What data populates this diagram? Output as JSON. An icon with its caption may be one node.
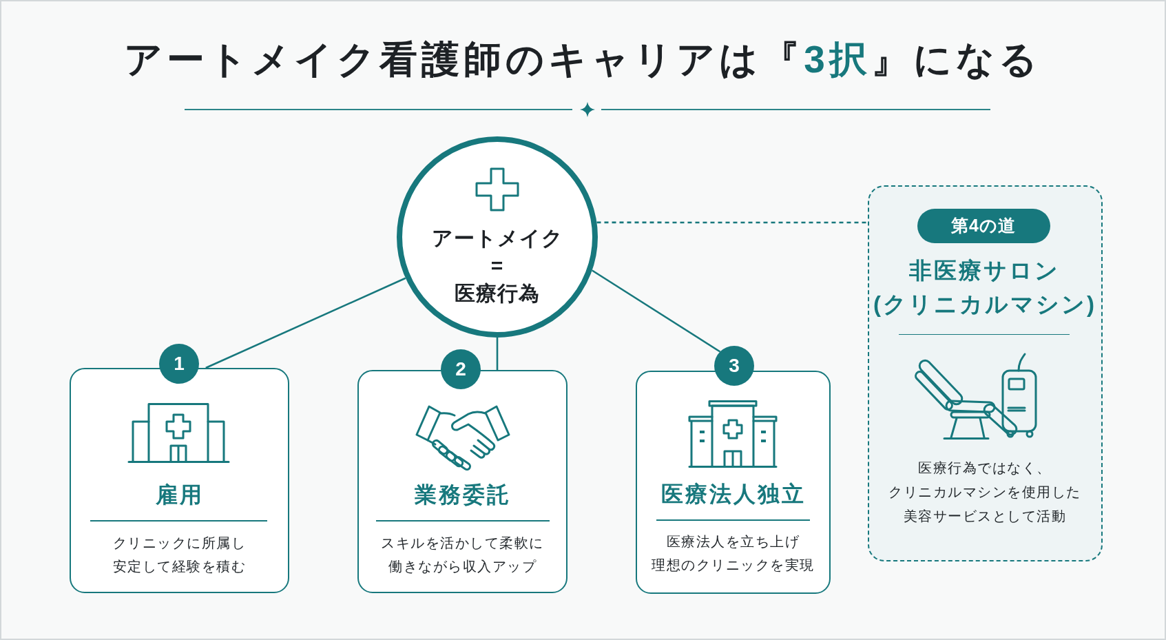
{
  "diagram": {
    "title": "アートメイク看護師のキャリアは『**3択**』になる",
    "nodes": [
      {
        "text": [
          "アートメイク=医療行為"
        ]
      },
      {
        "text": [
          "1"
        ]
      },
      {
        "text": [
          "雇用",
          "クリニックに所属し安定して経験を積む"
        ]
      },
      {
        "text": [
          "2"
        ]
      },
      {
        "text": [
          "業務委託",
          "スキルを活かして柔軟に働きながら収入アップ"
        ]
      },
      {
        "text": [
          "3"
        ]
      },
      {
        "text": [
          "医療法人独立",
          "医療法人を立ち上げ理想のクリニックを実現"
        ]
      },
      {
        "text": [
          "非医療サロン(クリニカルマシン)",
          "医療行為ではなく、クリニカルマシンを使用した美容サービスとして活動"
        ]
      },
      {
        "text": [
          "第4の道"
        ],
        "in": 7
      }
    ],
    "edges": [
      {
        "from": 0,
        "to": 2,
        "arrow": "none"
      },
      {
        "from": 0,
        "to": 4,
        "arrow": "none"
      },
      {
        "from": 0,
        "to": 5,
        "arrow": "none"
      },
      {
        "from": 0,
        "to": 7,
        "arrow": "none",
        "style": "dashed"
      }
    ]
  }
}
